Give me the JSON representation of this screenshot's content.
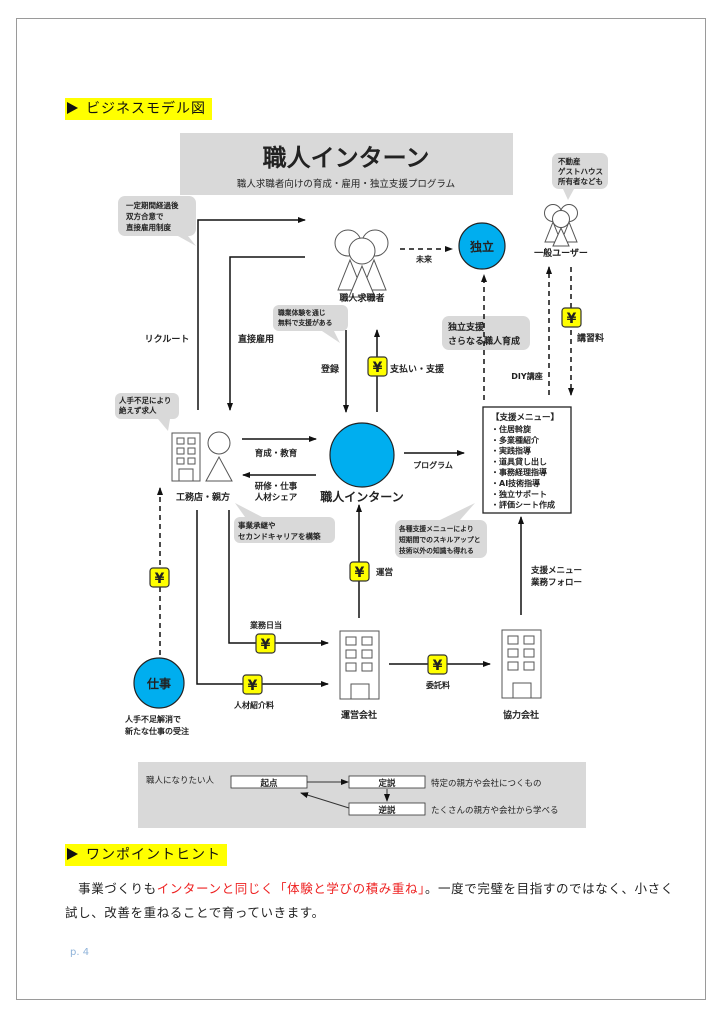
{
  "sections": {
    "business_model_heading": "ビジネスモデル図",
    "hint_heading": "ワンポイントヒント"
  },
  "title_banner": {
    "title": "職人インターン",
    "subtitle": "職人求職者向けの育成・雇用・独立支援プログラム"
  },
  "nodes": {
    "job_seekers": "職人求職者",
    "independence": "独立",
    "general_users": "一般ユーザー",
    "contractor": "工務店・親方",
    "intern_program": "職人インターン",
    "work": "仕事",
    "operating_company": "運営会社",
    "partner_company": "協力会社"
  },
  "support_menu": {
    "title": "【支援メニュー】",
    "items": [
      "・住居斡旋",
      "・多業種紹介",
      "・実践指導",
      "・道具貸し出し",
      "・事務経理指導",
      "・AI技術指導",
      "・独立サポート",
      "・評価シート作成"
    ]
  },
  "edge_labels": {
    "future": "未来",
    "recruit": "リクルート",
    "direct_hire": "直接雇用",
    "registration": "登録",
    "payment_support": "支払い・支援",
    "lecture_fee": "講習料",
    "diy_course": "DIY講座",
    "training_education": "育成・教育",
    "training_work_1": "研修・仕事",
    "training_work_2": "人材シェア",
    "program": "プログラム",
    "operation": "運営",
    "support_menu_1": "支援メニュー",
    "support_menu_2": "業務フォロー",
    "daily_allowance": "業務日当",
    "referral_fee": "人材紹介料",
    "consignment_fee": "委託料",
    "work_caption_1": "人手不足解消で",
    "work_caption_2": "新たな仕事の受注"
  },
  "yen_symbol": "¥",
  "callouts": {
    "direct_hire_system": [
      "一定期間経過後",
      "双方合意で",
      "直接雇用制度"
    ],
    "free_support": [
      "職業体験を通じ",
      "無料で支援がある"
    ],
    "property_owners": [
      "不動産",
      "ゲストハウス",
      "所有者なども"
    ],
    "labor_shortage": [
      "人手不足により",
      "絶えず求人"
    ],
    "independence_support": [
      "独立支援",
      "さらなる職人育成"
    ],
    "succession": [
      "事業承継や",
      "セカンドキャリアを構築"
    ],
    "skill_up": [
      "各種支援メニューにより",
      "短期間でのスキルアップと",
      "技術以外の知識も得れる"
    ]
  },
  "flow_box": {
    "lead_label": "職人になりたい人",
    "start": "起点",
    "orthodox": "定説",
    "reverse": "逆説",
    "orthodox_desc": "特定の親方や会社につくもの",
    "reverse_desc": "たくさんの親方や会社から学べる"
  },
  "hint": {
    "part1": "事業づくりも",
    "part2_red": "インターンと同じく「体験と学びの積み重ね」",
    "part3": "。一度で完璧を目指すのではなく、小さく試し、改善を重ねることで育っていきます。"
  },
  "page_number": "p. 4",
  "colors": {
    "highlight": "#ffff00",
    "node_blue": "#00aeef",
    "yen_badge": "#ffff00",
    "callout_gray": "#d9d9d9",
    "emphasis_red": "#ee2222"
  }
}
